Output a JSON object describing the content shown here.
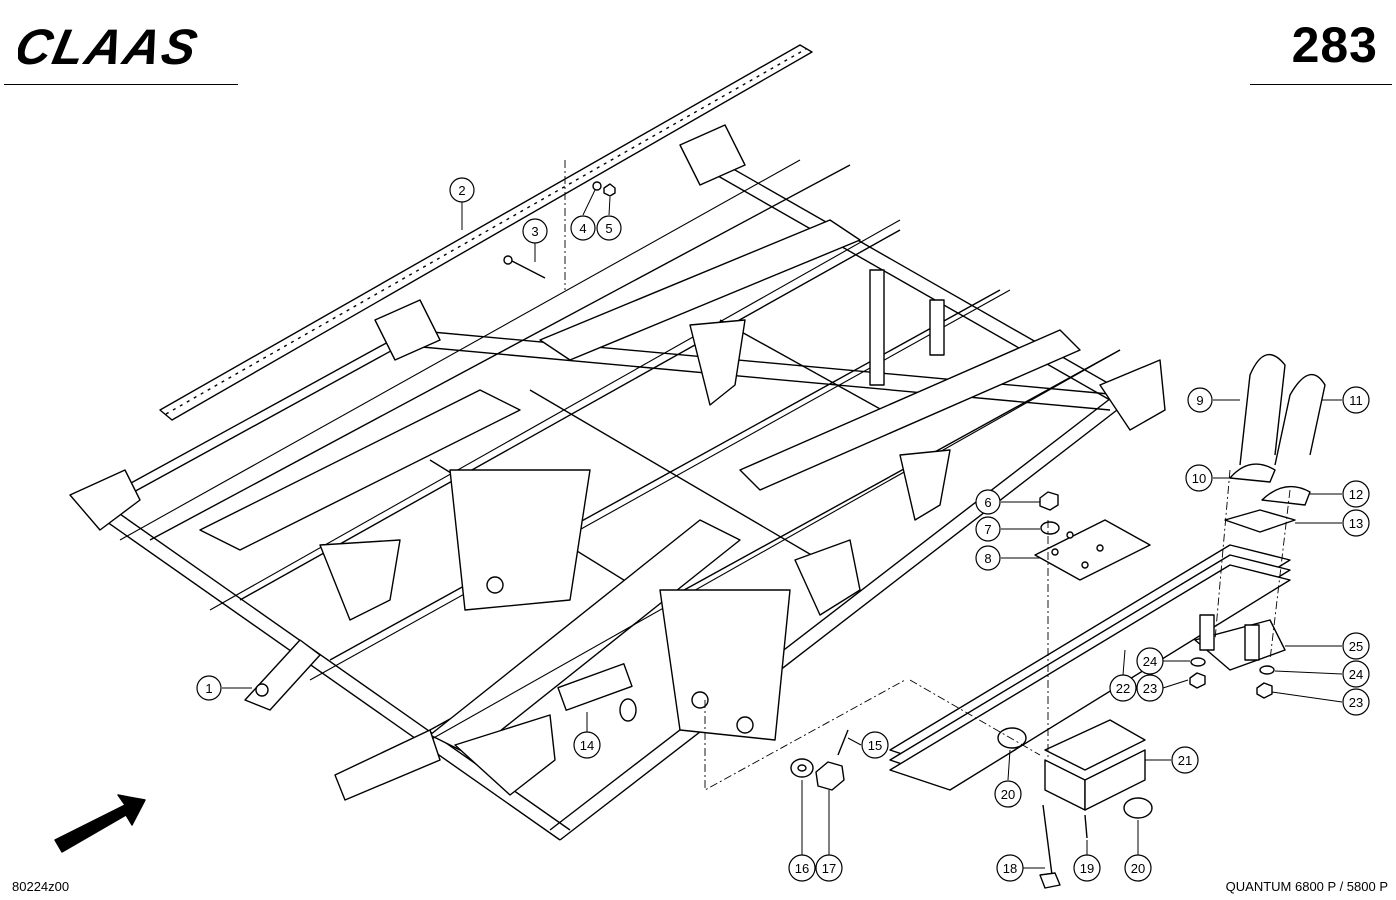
{
  "header": {
    "brand": "CLAAS",
    "page_number": "283"
  },
  "footer": {
    "drawing_id": "80224z00",
    "model": "QUANTUM 6800 P / 5800 P"
  },
  "callouts": [
    "1",
    "2",
    "3",
    "4",
    "5",
    "6",
    "7",
    "8",
    "9",
    "10",
    "11",
    "12",
    "13",
    "14",
    "15",
    "16",
    "17",
    "18",
    "19",
    "20",
    "20",
    "21",
    "22",
    "23",
    "23",
    "24",
    "24",
    "25"
  ]
}
